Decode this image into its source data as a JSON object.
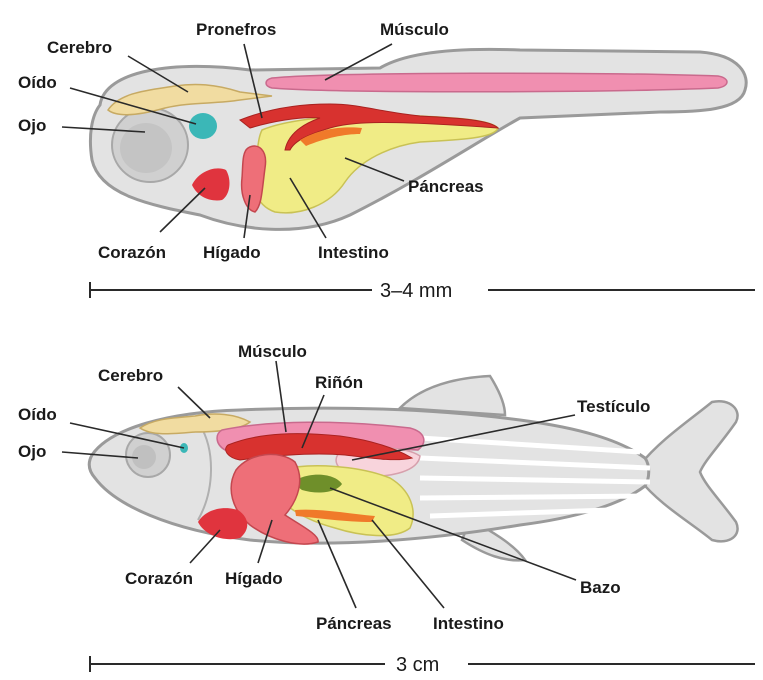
{
  "larva": {
    "labels": {
      "pronefros": "Pronefros",
      "musculo": "Músculo",
      "cerebro": "Cerebro",
      "oido": "Oído",
      "ojo": "Ojo",
      "pancreas": "Páncreas",
      "corazon": "Corazón",
      "higado": "Hígado",
      "intestino": "Intestino"
    },
    "scale": "3–4 mm"
  },
  "adult": {
    "labels": {
      "musculo": "Músculo",
      "rinon": "Riñón",
      "cerebro": "Cerebro",
      "testiculo": "Testículo",
      "oido": "Oído",
      "ojo": "Ojo",
      "bazo": "Bazo",
      "corazon": "Corazón",
      "higado": "Hígado",
      "pancreas": "Páncreas",
      "intestino": "Intestino"
    },
    "scale": "3 cm"
  },
  "colors": {
    "body": "#e3e3e3",
    "outline": "#9a9a9a",
    "muscle": "#f08fb0",
    "heart": "#e0343e",
    "liver": "#ee6f78",
    "intestine": "#f0ec86",
    "kidney": "#d8322f",
    "ear": "#3bb7b7",
    "brain": "#f1dca1",
    "spleen": "#6f8f2a",
    "pancreas": "#f07a2a"
  }
}
